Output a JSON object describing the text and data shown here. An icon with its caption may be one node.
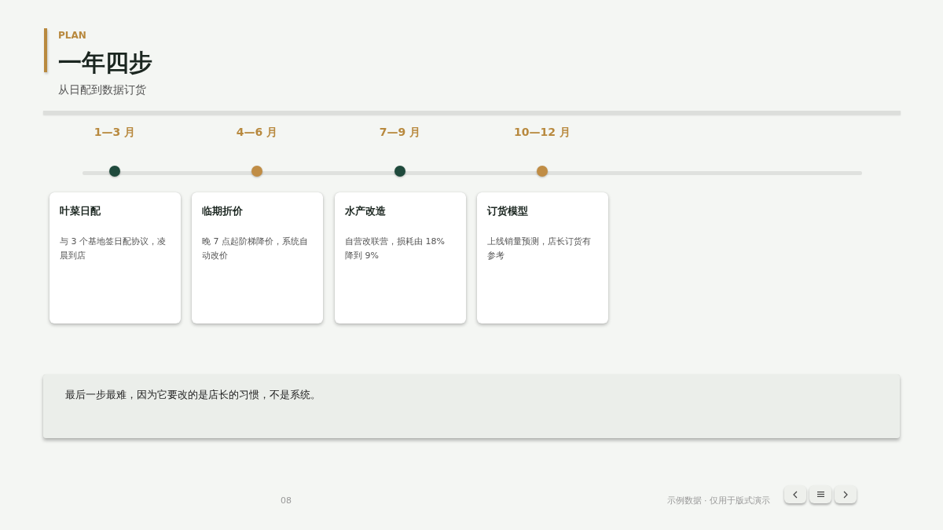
{
  "diagram": {
    "title": "一年四步",
    "nodes": [
      {
        "text": [
          "叶菜日配",
          "与 3 个基地签日配协议，凌晨到店"
        ]
      },
      {
        "text": [
          "临期折价",
          "晚 7 点起阶梯降价，系统自动改价"
        ]
      },
      {
        "text": [
          "水产改造",
          "自营改联营，损耗由 18% 降到 9%"
        ]
      },
      {
        "text": [
          "订货模型",
          "上线销量预测，店长订货有参考"
        ]
      },
      {
        "text": [
          "最后一步最难，因为它要改的是店长的习惯，不是系统。"
        ]
      }
    ],
    "labels": [
      "PLAN",
      "从日配到数据订货",
      "1—3 月",
      "4—6 月",
      "7—9 月",
      "10—12 月",
      "08",
      "示例数据 · 仅用于版式演示"
    ]
  }
}
